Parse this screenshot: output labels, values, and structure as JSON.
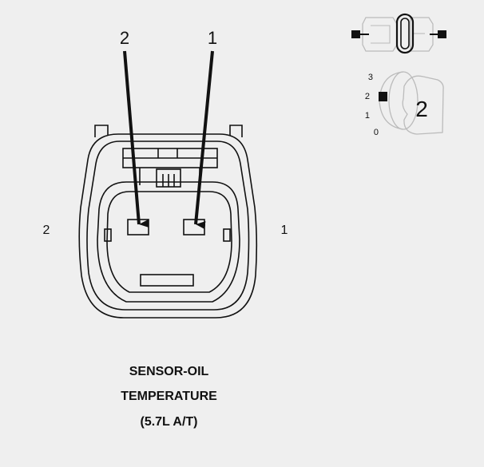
{
  "pin_callouts": {
    "left": "2",
    "right": "1"
  },
  "side_labels": {
    "left": "2",
    "right": "1"
  },
  "key_scale": {
    "labels": [
      "3",
      "2",
      "1",
      "0"
    ],
    "key_number": "2"
  },
  "caption": {
    "line1": "SENSOR-OIL",
    "line2": "TEMPERATURE",
    "line3": "(5.7L A/T)"
  },
  "colors": {
    "background": "#efefef",
    "stroke": "#111111",
    "ghost_stroke": "#bbbbbb"
  }
}
